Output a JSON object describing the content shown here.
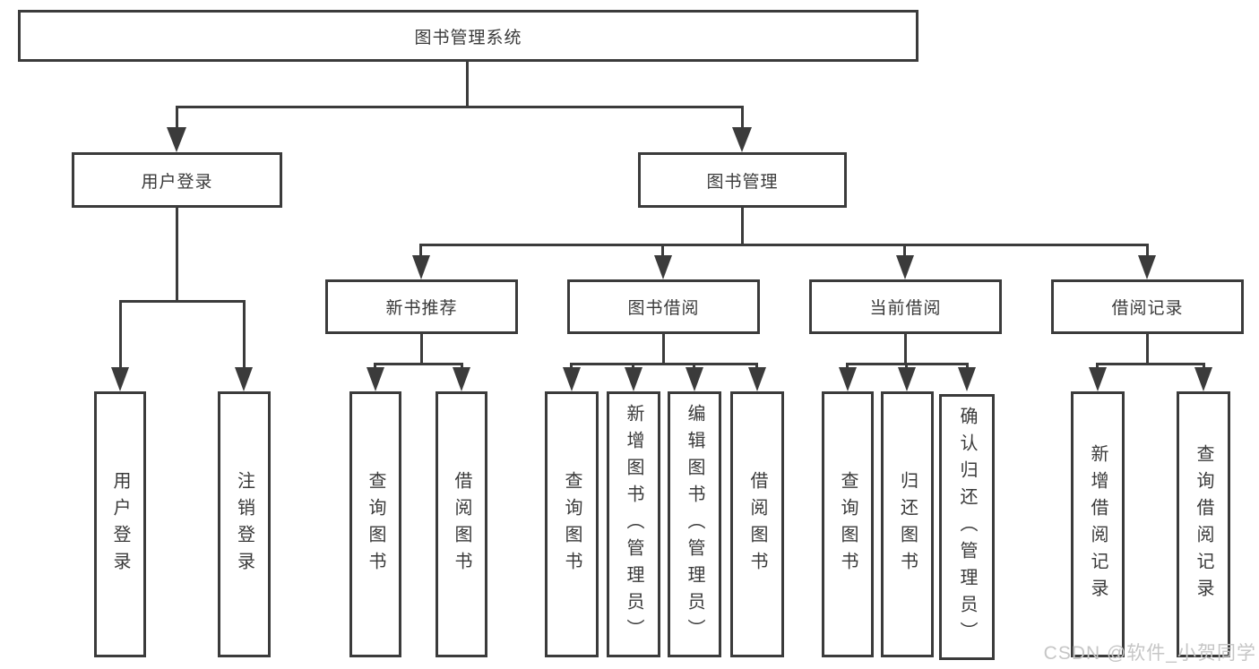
{
  "diagram": {
    "type": "feature-tree",
    "colors": {
      "line": "#3b3b3b",
      "text": "#3a3a3a",
      "box_background": "#ffffff",
      "watermark": "#c6c6c6"
    },
    "tree": {
      "label": "图书管理系统",
      "children": [
        {
          "label": "用户登录",
          "children": [
            {
              "label": "用户登录"
            },
            {
              "label": "注销登录"
            }
          ]
        },
        {
          "label": "图书管理",
          "children": [
            {
              "label": "新书推荐",
              "children": [
                {
                  "label": "查询图书"
                },
                {
                  "label": "借阅图书"
                }
              ]
            },
            {
              "label": "图书借阅",
              "children": [
                {
                  "label": "查询图书"
                },
                {
                  "label": "新增图书（管理员）"
                },
                {
                  "label": "编辑图书（管理员）"
                },
                {
                  "label": "借阅图书"
                }
              ]
            },
            {
              "label": "当前借阅",
              "children": [
                {
                  "label": "查询图书"
                },
                {
                  "label": "归还图书"
                },
                {
                  "label": "确认归还（管理员）"
                }
              ]
            },
            {
              "label": "借阅记录",
              "children": [
                {
                  "label": "新增借阅记录"
                },
                {
                  "label": "查询借阅记录"
                }
              ]
            }
          ]
        }
      ]
    },
    "watermark": {
      "text": "CSDN @软件_小贺同学"
    }
  }
}
